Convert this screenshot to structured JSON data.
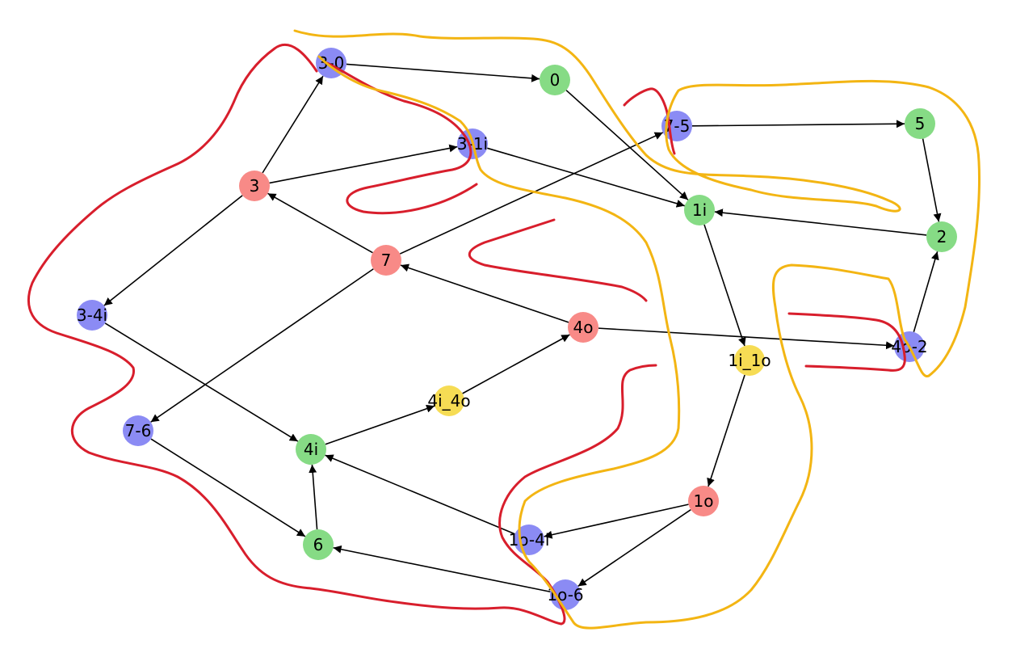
{
  "colors": {
    "red": "#f88a87",
    "green": "#86db85",
    "blue": "#8b8bf4",
    "yellow": "#f6dc54",
    "edge": "#000000",
    "outline_red": "#d81e2c",
    "outline_yellow": "#f3b513"
  },
  "graph": {
    "nodes": [
      {
        "id": "3-0",
        "label": "3-0",
        "color": "blue"
      },
      {
        "id": "0",
        "label": "0",
        "color": "green"
      },
      {
        "id": "3-1i",
        "label": "3-1i",
        "color": "blue"
      },
      {
        "id": "7-5",
        "label": "7-5",
        "color": "blue"
      },
      {
        "id": "5",
        "label": "5",
        "color": "green"
      },
      {
        "id": "3",
        "label": "3",
        "color": "red"
      },
      {
        "id": "1i",
        "label": "1i",
        "color": "green"
      },
      {
        "id": "2",
        "label": "2",
        "color": "green"
      },
      {
        "id": "7",
        "label": "7",
        "color": "red"
      },
      {
        "id": "3-4i",
        "label": "3-4i",
        "color": "blue"
      },
      {
        "id": "4o",
        "label": "4o",
        "color": "red"
      },
      {
        "id": "4o-2",
        "label": "4o-2",
        "color": "blue"
      },
      {
        "id": "1i_1o",
        "label": "1i_1o",
        "color": "yellow"
      },
      {
        "id": "4i_4o",
        "label": "4i_4o",
        "color": "yellow"
      },
      {
        "id": "7-6",
        "label": "7-6",
        "color": "blue"
      },
      {
        "id": "4i",
        "label": "4i",
        "color": "green"
      },
      {
        "id": "1o",
        "label": "1o",
        "color": "red"
      },
      {
        "id": "1o-4i",
        "label": "1o-4i",
        "color": "blue"
      },
      {
        "id": "6",
        "label": "6",
        "color": "green"
      },
      {
        "id": "1o-6",
        "label": "1o-6",
        "color": "blue"
      }
    ],
    "edges": [
      {
        "from": "3-0",
        "to": "0"
      },
      {
        "from": "0",
        "to": "1i"
      },
      {
        "from": "3",
        "to": "3-0"
      },
      {
        "from": "3",
        "to": "3-1i"
      },
      {
        "from": "3-1i",
        "to": "1i"
      },
      {
        "from": "3",
        "to": "3-4i"
      },
      {
        "from": "7-5",
        "to": "5"
      },
      {
        "from": "5",
        "to": "2"
      },
      {
        "from": "2",
        "to": "1i"
      },
      {
        "from": "1i",
        "to": "1i_1o"
      },
      {
        "from": "7",
        "to": "3"
      },
      {
        "from": "7",
        "to": "7-5"
      },
      {
        "from": "7",
        "to": "7-6"
      },
      {
        "from": "4o",
        "to": "7"
      },
      {
        "from": "4o",
        "to": "4o-2"
      },
      {
        "from": "4o-2",
        "to": "2"
      },
      {
        "from": "3-4i",
        "to": "4i"
      },
      {
        "from": "4i",
        "to": "4i_4o"
      },
      {
        "from": "4i_4o",
        "to": "4o"
      },
      {
        "from": "7-6",
        "to": "6"
      },
      {
        "from": "6",
        "to": "4i"
      },
      {
        "from": "1o-4i",
        "to": "4i"
      },
      {
        "from": "1i_1o",
        "to": "1o"
      },
      {
        "from": "1o",
        "to": "1o-4i"
      },
      {
        "from": "1o",
        "to": "1o-6"
      },
      {
        "from": "1o-6",
        "to": "6"
      }
    ]
  }
}
